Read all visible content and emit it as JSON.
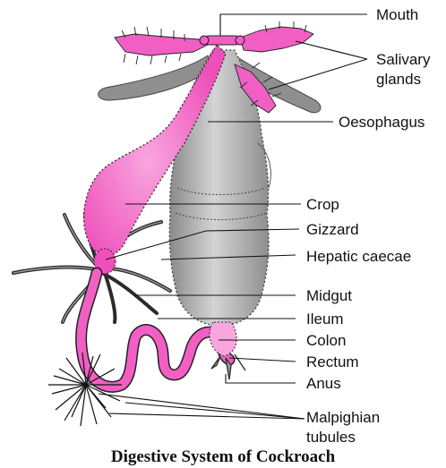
{
  "caption": "Digestive System of Cockroach",
  "labels": {
    "mouth": "Mouth",
    "salivary_1": "Salivary",
    "salivary_2": "glands",
    "oesophagus": "Oesophagus",
    "crop": "Crop",
    "gizzard": "Gizzard",
    "hepatic": "Hepatic caecae",
    "midgut": "Midgut",
    "ileum": "Ileum",
    "colon": "Colon",
    "rectum": "Rectum",
    "anus": "Anus",
    "malpighian_1": "Malpighian",
    "malpighian_2": "tubules"
  },
  "colors": {
    "pink": "#f25fc4",
    "pink_light": "#f9a6df",
    "grey": "#9c9c9c",
    "grey_light": "#cfcfcf",
    "dark": "#222222"
  }
}
